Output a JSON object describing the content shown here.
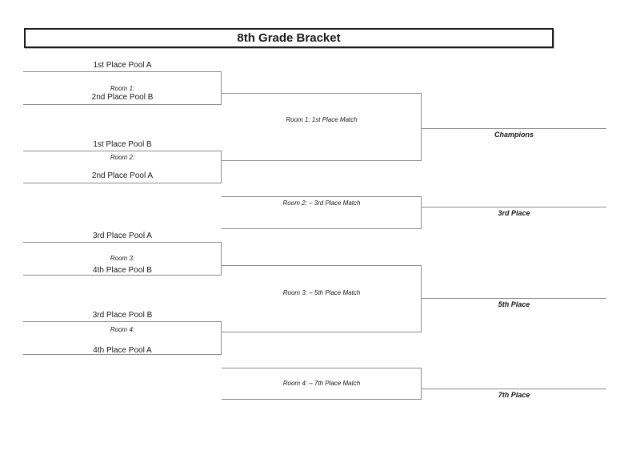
{
  "title": "8th Grade Bracket",
  "round1_matches": [
    {
      "room_label": "Room 1:",
      "top_team": "1st Place Pool A",
      "bottom_team": "2nd Place Pool B"
    },
    {
      "room_label": "Room 2:",
      "top_team": "1st Place Pool B",
      "bottom_team": "2nd Place Pool A"
    },
    {
      "room_label": "Room 3:",
      "top_team": "3rd Place Pool A",
      "bottom_team": "4th Place Pool B"
    },
    {
      "room_label": "Room 4:",
      "top_team": "3rd Place Pool B",
      "bottom_team": "4th Place Pool A"
    }
  ],
  "round2_matches": [
    {
      "match_label": "Room 1: 1st Place Match",
      "result_label": "Champions"
    },
    {
      "match_label": "Room 2: – 3rd Place Match",
      "result_label": "3rd Place"
    },
    {
      "match_label": "Room 3: – 5th Place Match",
      "result_label": "5th Place"
    },
    {
      "match_label": "Room 4: – 7th Place Match",
      "result_label": "7th Place"
    }
  ],
  "colors": {
    "line": "#8c8c8c",
    "title_border": "#1c1c1c",
    "text": "#1a1a1a",
    "background": "#ffffff"
  }
}
